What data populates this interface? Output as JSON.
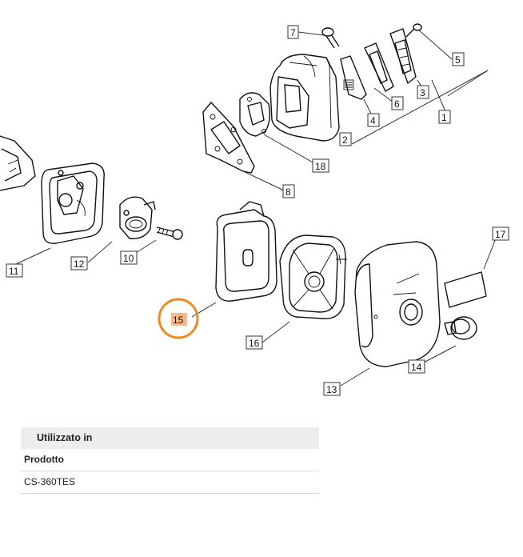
{
  "callouts": [
    {
      "id": "c1",
      "label": "1"
    },
    {
      "id": "c2",
      "label": "2"
    },
    {
      "id": "c3",
      "label": "3"
    },
    {
      "id": "c4",
      "label": "4"
    },
    {
      "id": "c5",
      "label": "5"
    },
    {
      "id": "c6",
      "label": "6"
    },
    {
      "id": "c7",
      "label": "7"
    },
    {
      "id": "c8",
      "label": "8"
    },
    {
      "id": "c10",
      "label": "10"
    },
    {
      "id": "c11",
      "label": "11"
    },
    {
      "id": "c12",
      "label": "12"
    },
    {
      "id": "c13",
      "label": "13"
    },
    {
      "id": "c14",
      "label": "14"
    },
    {
      "id": "c15",
      "label": "15"
    },
    {
      "id": "c16",
      "label": "16"
    },
    {
      "id": "c17",
      "label": "17"
    },
    {
      "id": "c18",
      "label": "18"
    }
  ],
  "highlight": {
    "label": "15",
    "color": "#f08a24",
    "fill": "#f6b98a"
  },
  "used_in": {
    "title": "Utilizzato in",
    "column_header": "Prodotto",
    "rows": [
      "CS-360TES"
    ]
  }
}
